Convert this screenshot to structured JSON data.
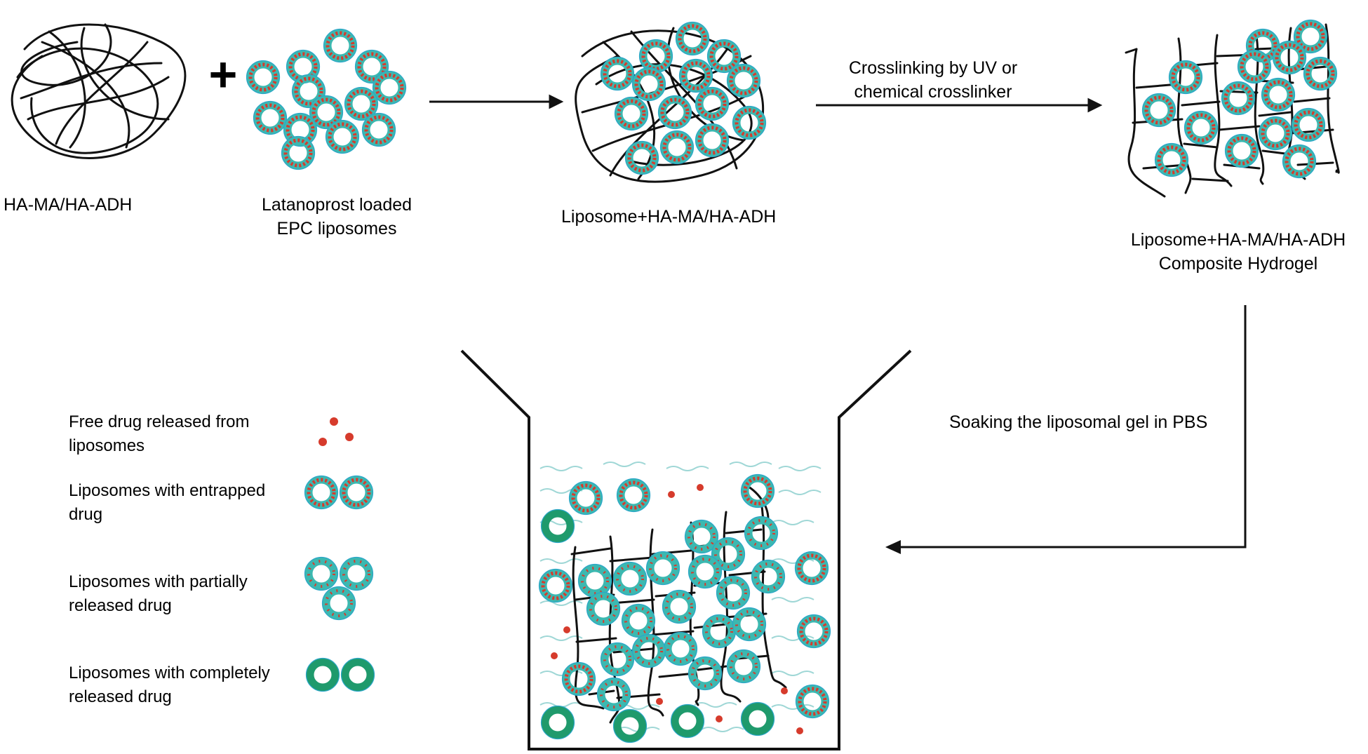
{
  "labels": {
    "polymer": "HA-MA/HA-ADH",
    "liposomes_line1": "Latanoprost loaded",
    "liposomes_line2": "EPC liposomes",
    "plus": "+",
    "mixture": "Liposome+HA-MA/HA-ADH",
    "arrow2_line1": "Crosslinking by UV or",
    "arrow2_line2": "chemical crosslinker",
    "hydrogel_line1": "Liposome+HA-MA/HA-ADH",
    "hydrogel_line2": "Composite Hydrogel",
    "soaking": "Soaking the liposomal gel in PBS"
  },
  "legend": [
    {
      "text": "Free drug released from liposomes",
      "symbol": "free-drug-dots"
    },
    {
      "text": "Liposomes with entrapped drug",
      "symbol": "loaded-liposome"
    },
    {
      "text": "Liposomes with partially released drug",
      "symbol": "partial-liposome"
    },
    {
      "text": "Liposomes with completely released drug",
      "symbol": "empty-liposome"
    }
  ],
  "colors": {
    "liposome_shell": "#3cb8b0",
    "drug": "#d63b2c",
    "empty_shell": "#1f9a6c",
    "water": "#9fd7d6",
    "ink": "#111111"
  }
}
